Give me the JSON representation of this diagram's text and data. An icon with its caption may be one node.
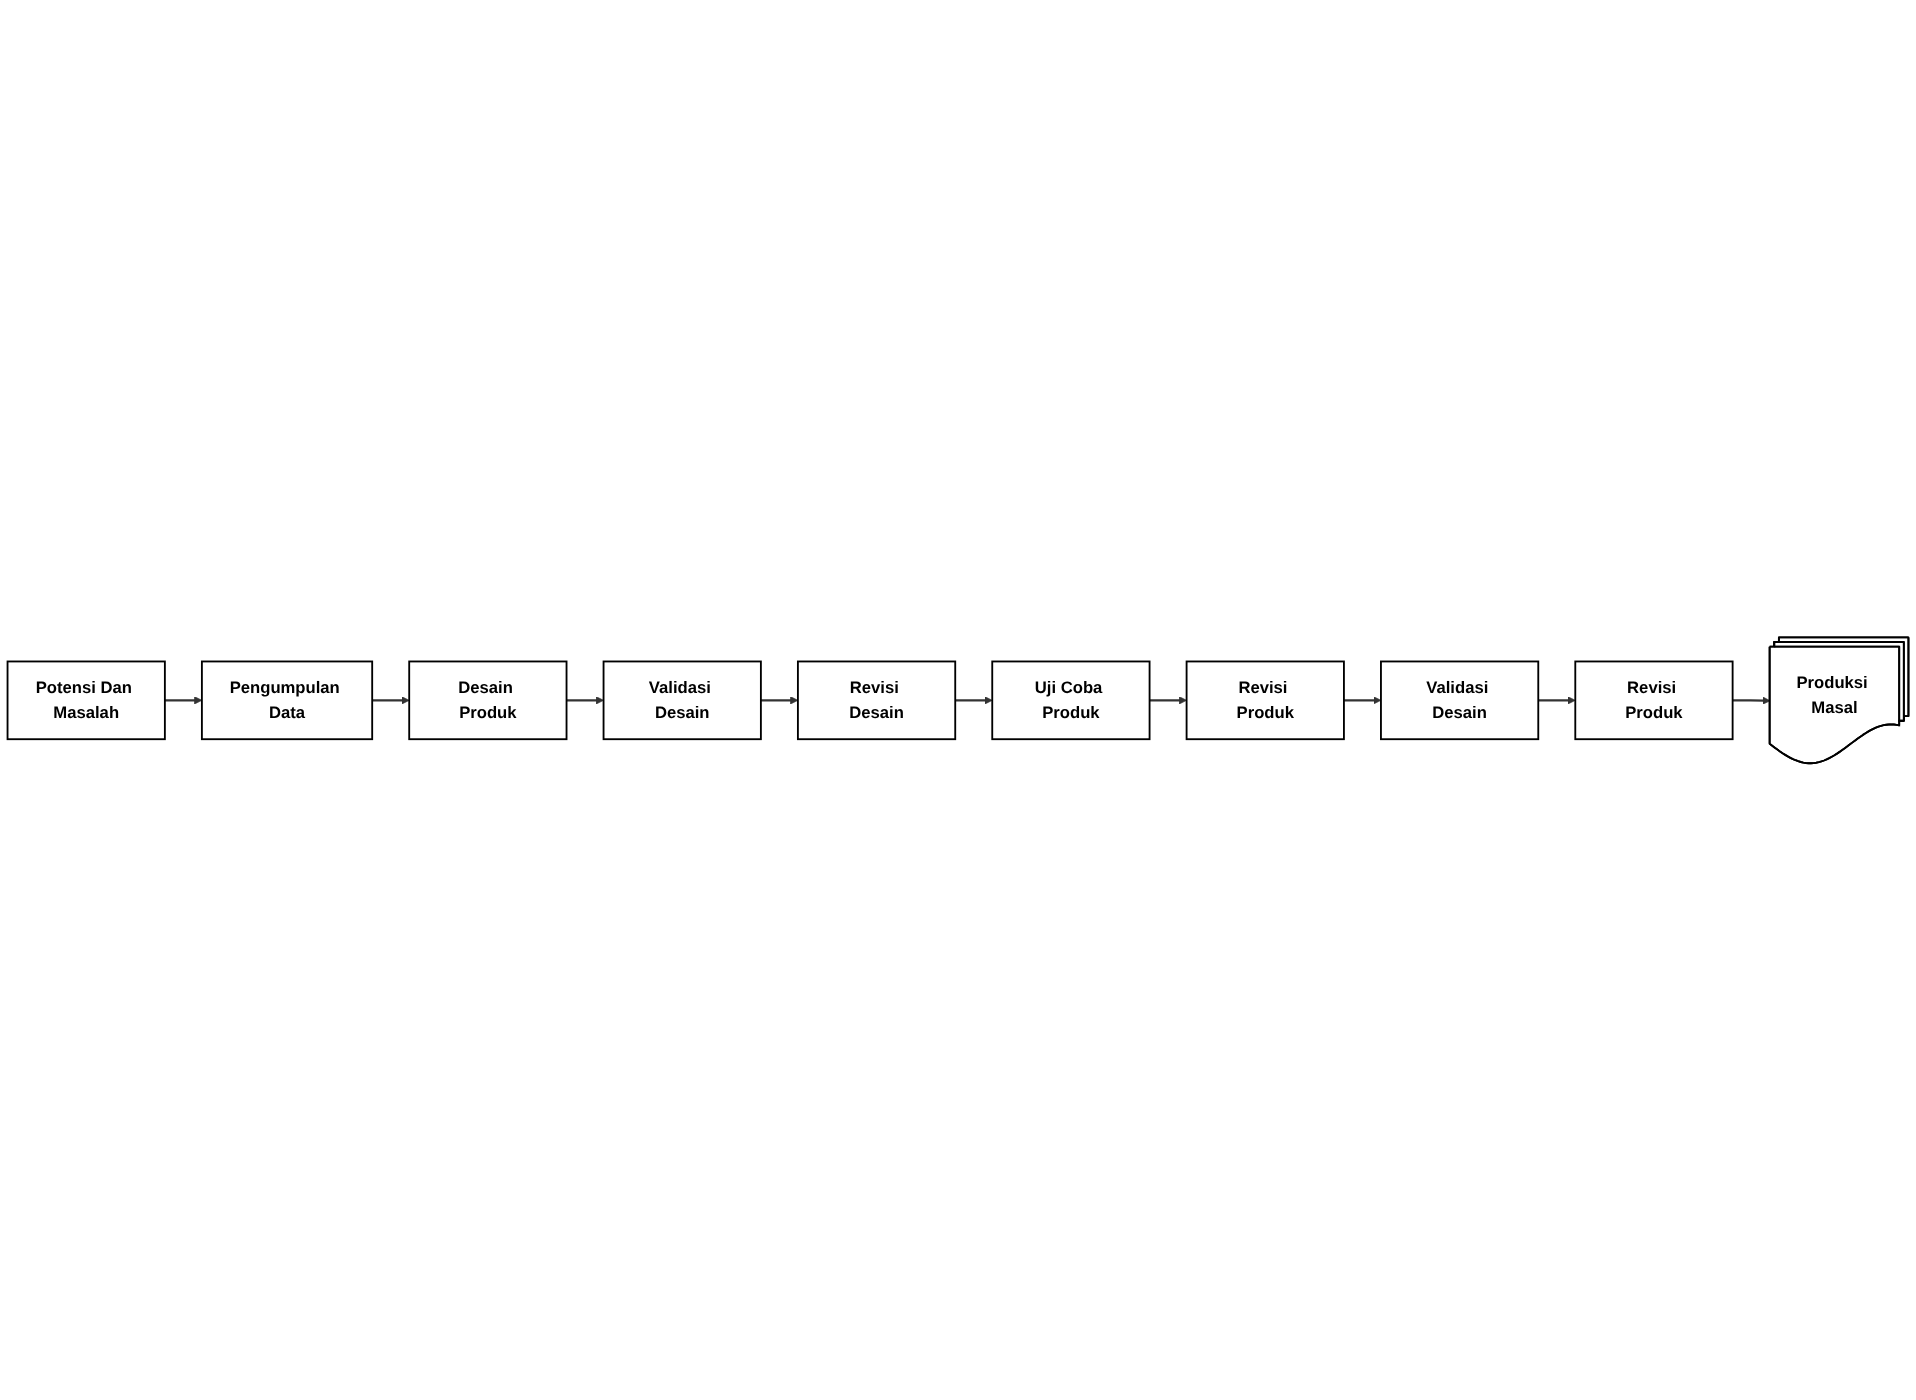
{
  "diagram": {
    "nodes": [
      {
        "text": [
          "Potensi Dan Masalah"
        ]
      },
      {
        "text": [
          "Pengumpulan Data"
        ]
      },
      {
        "text": [
          "Desain Produk"
        ]
      },
      {
        "text": [
          "Validasi Desain"
        ]
      },
      {
        "text": [
          "Revisi Desain"
        ]
      },
      {
        "text": [
          "Uji Coba Produk"
        ]
      },
      {
        "text": [
          "Revisi Produk"
        ]
      },
      {
        "text": [
          "Validasi Desain"
        ]
      },
      {
        "text": [
          "Revisi Produk"
        ]
      },
      {
        "text": [
          "Produksi Masal"
        ]
      }
    ],
    "edges": [
      {
        "from": 0,
        "to": 1,
        "arrow": "to"
      },
      {
        "from": 1,
        "to": 2,
        "arrow": "to"
      },
      {
        "from": 2,
        "to": 3,
        "arrow": "to"
      },
      {
        "from": 3,
        "to": 4,
        "arrow": "to"
      },
      {
        "from": 4,
        "to": 5,
        "arrow": "to"
      },
      {
        "from": 5,
        "to": 6,
        "arrow": "to"
      },
      {
        "from": 6,
        "to": 7,
        "arrow": "to"
      },
      {
        "from": 7,
        "to": 8,
        "arrow": "to"
      },
      {
        "from": 8,
        "to": 9,
        "arrow": "to"
      }
    ]
  }
}
